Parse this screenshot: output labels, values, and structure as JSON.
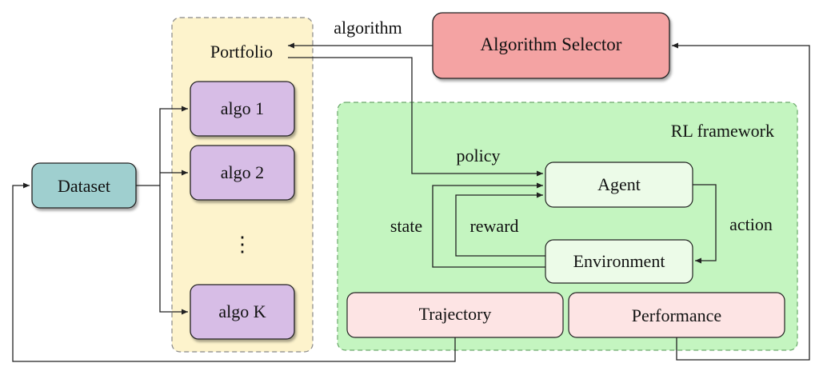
{
  "portfolio": {
    "title": "Portfolio",
    "algos": [
      "algo 1",
      "algo 2",
      "algo K"
    ],
    "ellipsis": "⋮"
  },
  "selector": {
    "label": "Algorithm Selector"
  },
  "dataset": {
    "label": "Dataset"
  },
  "rl": {
    "title": "RL framework",
    "agent": "Agent",
    "environment": "Environment",
    "trajectory": "Trajectory",
    "performance": "Performance"
  },
  "edges": {
    "algorithm": "algorithm",
    "policy": "policy",
    "state": "state",
    "reward": "reward",
    "action": "action"
  },
  "colors": {
    "portfolio_bg": "#fdf3cc",
    "algo_box": "#d7bde6",
    "selector_box": "#f4a3a3",
    "dataset_box": "#9fcfcf",
    "rl_bg": "#c4f5c0",
    "agent_box": "#ecfbe8",
    "outcome_box": "#fde4e4"
  }
}
